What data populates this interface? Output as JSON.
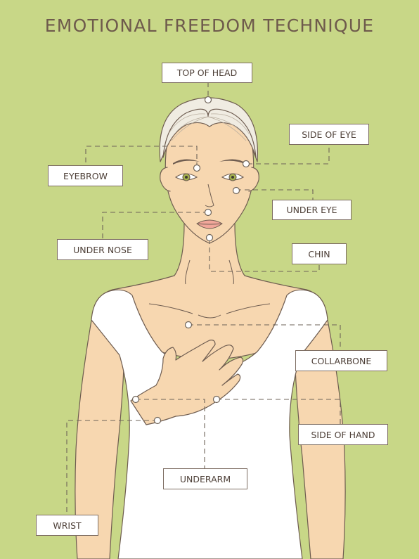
{
  "title": "EMOTIONAL FREEDOM TECHNIQUE",
  "colors": {
    "background": "#c8d787",
    "skin": "#f7d7b0",
    "hair": "#f0ece2",
    "dress": "#ffffff",
    "outline": "#6e5c50",
    "lips": "#f1a69a",
    "iris": "#a5b34e",
    "title": "#6e5a4c",
    "leader": "#6e6358"
  },
  "points": [
    {
      "id": "top-of-head",
      "label": "TOP OF HEAD"
    },
    {
      "id": "side-of-eye",
      "label": "SIDE OF EYE"
    },
    {
      "id": "eyebrow",
      "label": "EYEBROW"
    },
    {
      "id": "under-eye",
      "label": "UNDER EYE"
    },
    {
      "id": "under-nose",
      "label": "UNDER NOSE"
    },
    {
      "id": "chin",
      "label": "CHIN"
    },
    {
      "id": "collarbone",
      "label": "COLLARBONE"
    },
    {
      "id": "side-of-hand",
      "label": "SIDE OF HAND"
    },
    {
      "id": "underarm",
      "label": "UNDERARM"
    },
    {
      "id": "wrist",
      "label": "WRIST"
    }
  ]
}
